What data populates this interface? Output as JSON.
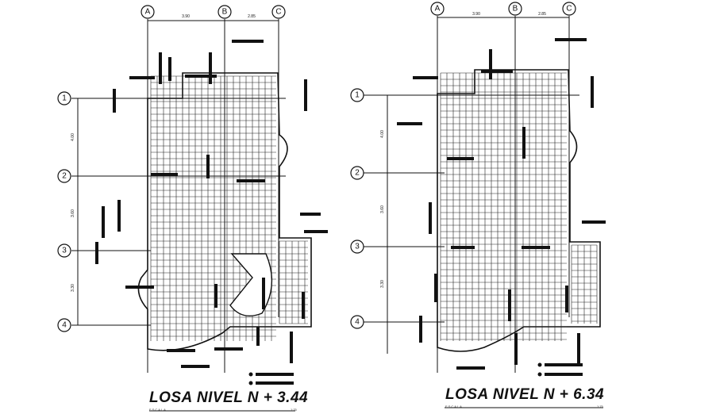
{
  "plans": [
    {
      "title": "LOSA NIVEL N + 3.44",
      "scale_label": "ESCALA",
      "scale_value": "1:75",
      "column_axes": [
        "A",
        "B",
        "C"
      ],
      "row_axes": [
        "1",
        "2",
        "3",
        "4"
      ],
      "column_spacings": [
        "3.90",
        "2.85"
      ],
      "row_spacings": [
        "4.00",
        "3.60",
        "3.30"
      ]
    },
    {
      "title": "LOSA NIVEL N + 6.34",
      "scale_label": "ESCALA",
      "scale_value": "1:75",
      "column_axes": [
        "A",
        "B",
        "C"
      ],
      "row_axes": [
        "1",
        "2",
        "3",
        "4"
      ],
      "column_spacings": [
        "3.90",
        "2.85"
      ],
      "row_spacings": [
        "4.00",
        "3.60",
        "3.30"
      ]
    }
  ],
  "colors": {
    "line": "#111111",
    "background": "#ffffff"
  }
}
